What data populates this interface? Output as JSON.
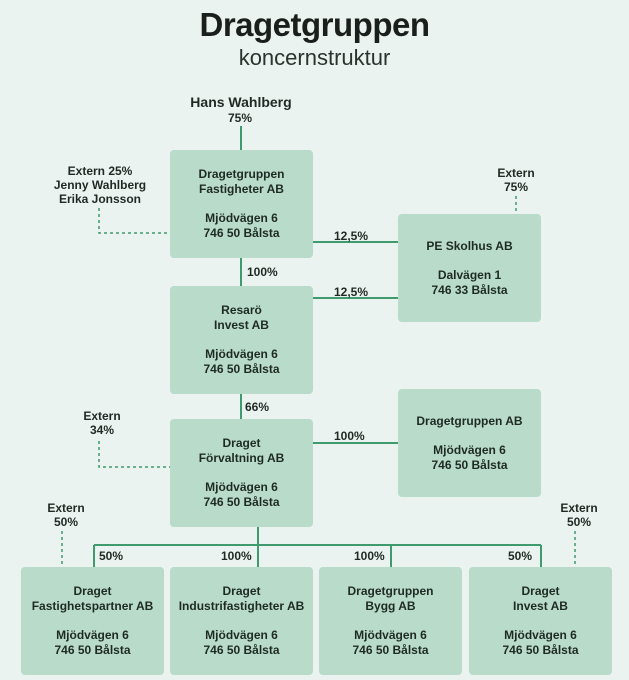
{
  "header": {
    "title": "Dragetgruppen",
    "subtitle": "koncernstruktur"
  },
  "owner": {
    "name": "Hans Wahlberg",
    "share": "75%"
  },
  "companies": {
    "fastigheter": {
      "line1": "Dragetgruppen",
      "line2": "Fastigheter AB",
      "street": "Mjödvägen 6",
      "city": "746 50 Bålsta"
    },
    "skolhus": {
      "line1": "PE Skolhus AB",
      "street": "Dalvägen 1",
      "city": "746 33 Bålsta"
    },
    "resaro": {
      "line1": "Resarö",
      "line2": "Invest AB",
      "street": "Mjödvägen 6",
      "city": "746 50 Bålsta"
    },
    "forvaltning": {
      "line1": "Draget",
      "line2": "Förvaltning AB",
      "street": "Mjödvägen 6",
      "city": "746 50 Bålsta"
    },
    "dragetgruppen_ab": {
      "line1": "Dragetgruppen AB",
      "street": "Mjödvägen 6",
      "city": "746 50 Bålsta"
    },
    "fastighetspartner": {
      "line1": "Draget",
      "line2": "Fastighetspartner AB",
      "street": "Mjödvägen 6",
      "city": "746 50 Bålsta"
    },
    "industrifastigheter": {
      "line1": "Draget",
      "line2": "Industrifastigheter AB",
      "street": "Mjödvägen 6",
      "city": "746 50 Bålsta"
    },
    "bygg": {
      "line1": "Dragetgruppen",
      "line2": "Bygg AB",
      "street": "Mjödvägen 6",
      "city": "746 50 Bålsta"
    },
    "invest": {
      "line1": "Draget",
      "line2": "Invest AB",
      "street": "Mjödvägen 6",
      "city": "746 50 Bålsta"
    }
  },
  "external": {
    "fastigheter": {
      "line1": "Extern 25%",
      "line2": "Jenny Wahlberg",
      "line3": "Erika Jonsson"
    },
    "skolhus": {
      "line1": "Extern",
      "line2": "75%"
    },
    "forvaltning": {
      "line1": "Extern",
      "line2": "34%"
    },
    "fastighetspartner": {
      "line1": "Extern",
      "line2": "50%"
    },
    "invest": {
      "line1": "Extern",
      "line2": "50%"
    }
  },
  "shares": {
    "fastigheter_skolhus": "12,5%",
    "resaro_skolhus": "12,5%",
    "fastigheter_resaro": "100%",
    "resaro_forvaltning": "66%",
    "forvaltning_dragetgruppen_ab": "100%",
    "fastighetspartner": "50%",
    "industrifastigheter": "100%",
    "bygg": "100%",
    "invest": "50%"
  }
}
